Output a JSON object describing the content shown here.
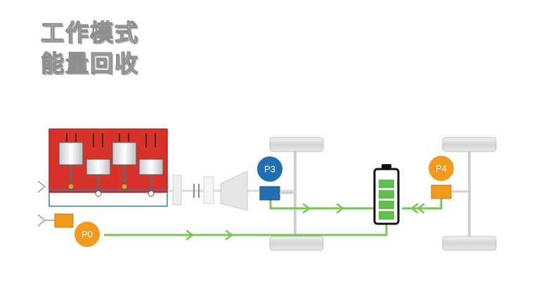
{
  "title": {
    "line1": "工作模式",
    "line2": "能量回收"
  },
  "nodes": {
    "p0": "P0",
    "p3": "P3",
    "p4": "P4"
  },
  "colors": {
    "engine_red": "#d9322a",
    "node_orange": "#f29a1e",
    "node_blue": "#1f6fb2",
    "energy_flow_green": "#78c850",
    "battery_green": "#5cc04a",
    "wheel_gray": "#dcdcdc"
  },
  "battery": {
    "charge_cells": 4
  }
}
